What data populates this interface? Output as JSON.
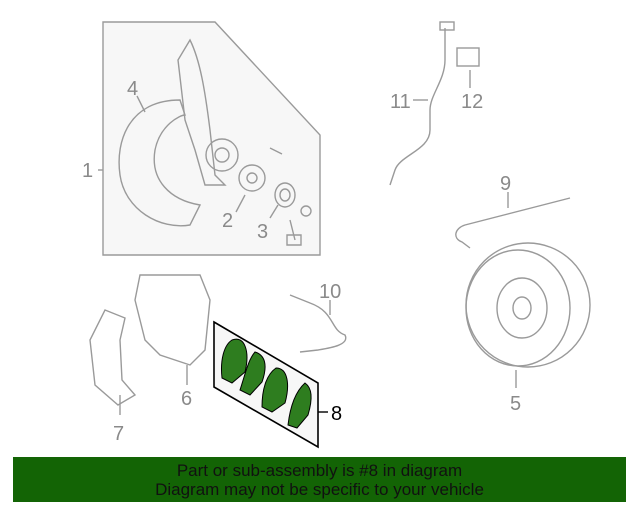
{
  "diagram": {
    "callouts": [
      {
        "id": "1",
        "label": "1"
      },
      {
        "id": "2",
        "label": "2"
      },
      {
        "id": "3",
        "label": "3"
      },
      {
        "id": "4",
        "label": "4"
      },
      {
        "id": "5",
        "label": "5"
      },
      {
        "id": "6",
        "label": "6"
      },
      {
        "id": "7",
        "label": "7"
      },
      {
        "id": "8",
        "label": "8"
      },
      {
        "id": "9",
        "label": "9"
      },
      {
        "id": "10",
        "label": "10"
      },
      {
        "id": "11",
        "label": "11"
      },
      {
        "id": "12",
        "label": "12"
      }
    ],
    "highlight_color": "#2e7d1f",
    "highlighted_part": "8"
  },
  "banner": {
    "line1": "Part or sub-assembly is #8 in diagram",
    "line2": "Diagram may not be specific to your vehicle",
    "color": "#136405"
  }
}
